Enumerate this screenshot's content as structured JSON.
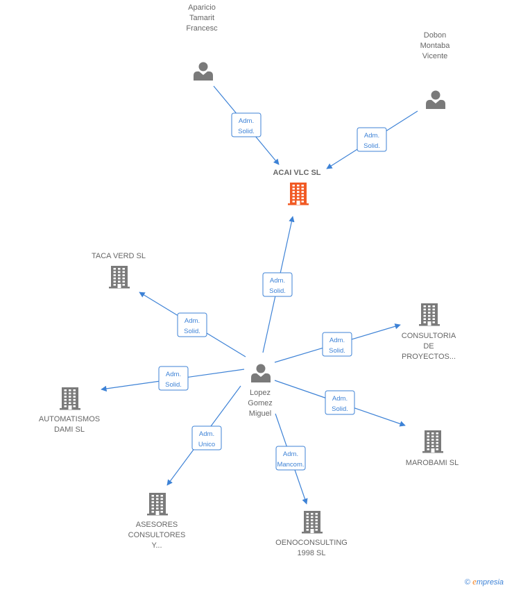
{
  "persons": [
    {
      "id": "aparicio",
      "lines": [
        "Aparicio",
        "Tamarit",
        "Francesc"
      ]
    },
    {
      "id": "dobon",
      "lines": [
        "Dobon",
        "Montaba",
        "Vicente"
      ]
    },
    {
      "id": "lopez",
      "lines": [
        "Lopez",
        "Gomez",
        "Miguel"
      ]
    }
  ],
  "companies": [
    {
      "id": "acai",
      "lines": [
        "ACAI VLC  SL"
      ],
      "main": true,
      "color": "#f15a24"
    },
    {
      "id": "taca",
      "lines": [
        "TACA VERD  SL"
      ],
      "color": "#7a7a7a"
    },
    {
      "id": "consultoria",
      "lines": [
        "CONSULTORIA",
        "DE",
        "PROYECTOS..."
      ],
      "color": "#7a7a7a"
    },
    {
      "id": "automatismos",
      "lines": [
        "AUTOMATISMOS",
        "DAMI  SL"
      ],
      "color": "#7a7a7a"
    },
    {
      "id": "marobami",
      "lines": [
        "MAROBAMI SL"
      ],
      "color": "#7a7a7a"
    },
    {
      "id": "asesores",
      "lines": [
        "ASESORES",
        "CONSULTORES",
        "Y..."
      ],
      "color": "#7a7a7a"
    },
    {
      "id": "oenoconsulting",
      "lines": [
        "OENOCONSULTING",
        "1998 SL"
      ],
      "color": "#7a7a7a"
    }
  ],
  "edges": [
    {
      "from": "aparicio",
      "to": "acai",
      "label": [
        "Adm.",
        "Solid."
      ]
    },
    {
      "from": "dobon",
      "to": "acai",
      "label": [
        "Adm.",
        "Solid."
      ]
    },
    {
      "from": "lopez",
      "to": "acai",
      "label": [
        "Adm.",
        "Solid."
      ]
    },
    {
      "from": "lopez",
      "to": "taca",
      "label": [
        "Adm.",
        "Solid."
      ]
    },
    {
      "from": "lopez",
      "to": "consultoria",
      "label": [
        "Adm.",
        "Solid."
      ]
    },
    {
      "from": "lopez",
      "to": "automatismos",
      "label": [
        "Adm.",
        "Solid."
      ]
    },
    {
      "from": "lopez",
      "to": "marobami",
      "label": [
        "Adm.",
        "Solid."
      ]
    },
    {
      "from": "lopez",
      "to": "asesores",
      "label": [
        "Adm.",
        "Unico"
      ]
    },
    {
      "from": "lopez",
      "to": "oenoconsulting",
      "label": [
        "Adm.",
        "Mancom."
      ]
    }
  ],
  "footer": {
    "copyright": "©",
    "brand_initial": "e",
    "brand_rest": "mpresia"
  },
  "colors": {
    "edge": "#3d82d6",
    "person": "#7a7a7a",
    "company": "#7a7a7a",
    "main_company": "#f15a24"
  }
}
